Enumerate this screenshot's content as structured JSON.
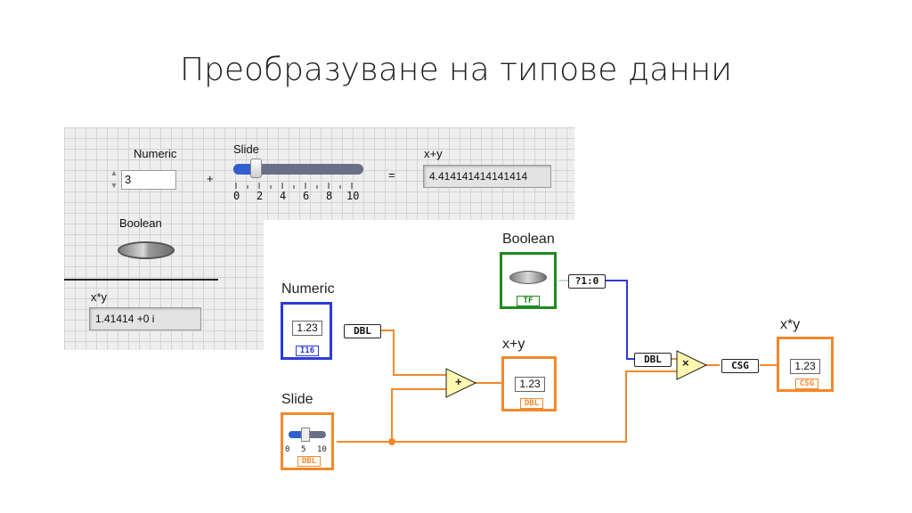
{
  "title": "Преобразуване на типове данни",
  "front_panel": {
    "numeric": {
      "label": "Numeric",
      "value": "3"
    },
    "plus_sign": "+",
    "slide": {
      "label": "Slide",
      "ticks": [
        "0",
        "2",
        "4",
        "6",
        "8",
        "10"
      ],
      "value": 1.414
    },
    "equals_sign": "=",
    "xy_sum": {
      "label": "x+y",
      "value": "4.414141414141414"
    },
    "boolean": {
      "label": "Boolean"
    },
    "xy_prod": {
      "label": "x*y",
      "value": "1.41414 +0 i"
    }
  },
  "block_diagram": {
    "numeric": {
      "label": "Numeric",
      "display": "1.23",
      "type_tag": "I16"
    },
    "slide": {
      "label": "Slide",
      "ticks": [
        "0",
        "5",
        "10"
      ],
      "type_tag": "DBL"
    },
    "boolean": {
      "label": "Boolean",
      "type_tag": "TF"
    },
    "sum": {
      "label": "x+y",
      "display": "1.23",
      "type_tag": "DBL"
    },
    "prod": {
      "label": "x*y",
      "display": "1.23",
      "type_tag": "CSG"
    },
    "conv_dbl_1": "DBL",
    "conv_bool": "?1:0",
    "conv_dbl_2": "DBL",
    "conv_csg": "CSG",
    "add_symbol": "+",
    "mul_symbol": "×",
    "colors": {
      "orange": "#f2892d",
      "blue": "#2b3bd6",
      "green": "#1f8a1f"
    }
  }
}
